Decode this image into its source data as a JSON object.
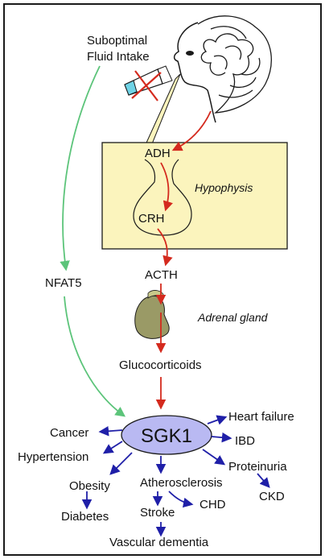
{
  "intake": {
    "line1": "Suboptimal",
    "line2": "Fluid Intake"
  },
  "hypophysis": {
    "label": "Hypophysis",
    "adh": "ADH",
    "crh": "CRH"
  },
  "nfat5": "NFAT5",
  "acth": "ACTH",
  "adrenal": "Adrenal gland",
  "glucocorticoids": "Glucocorticoids",
  "sgk1": "SGK1",
  "outcomes": {
    "cancer": "Cancer",
    "hypertension": "Hypertension",
    "obesity": "Obesity",
    "diabetes": "Diabetes",
    "atherosclerosis": "Atherosclerosis",
    "stroke": "Stroke",
    "chd": "CHD",
    "vascular_dementia": "Vascular dementia",
    "heart_failure": "Heart failure",
    "ibd": "IBD",
    "proteinuria": "Proteinuria",
    "ckd": "CKD"
  },
  "colors": {
    "border": "#1a1a1a",
    "hypophysis_fill": "#fbf4bd",
    "red_arrow": "#d42a1e",
    "green_arrow": "#5cc47a",
    "blue_arrow": "#1f1fa8",
    "sgk1_fill": "#b9b9f2",
    "head_stripe": "#fbf4bd",
    "kidney": "#9a9a66"
  }
}
